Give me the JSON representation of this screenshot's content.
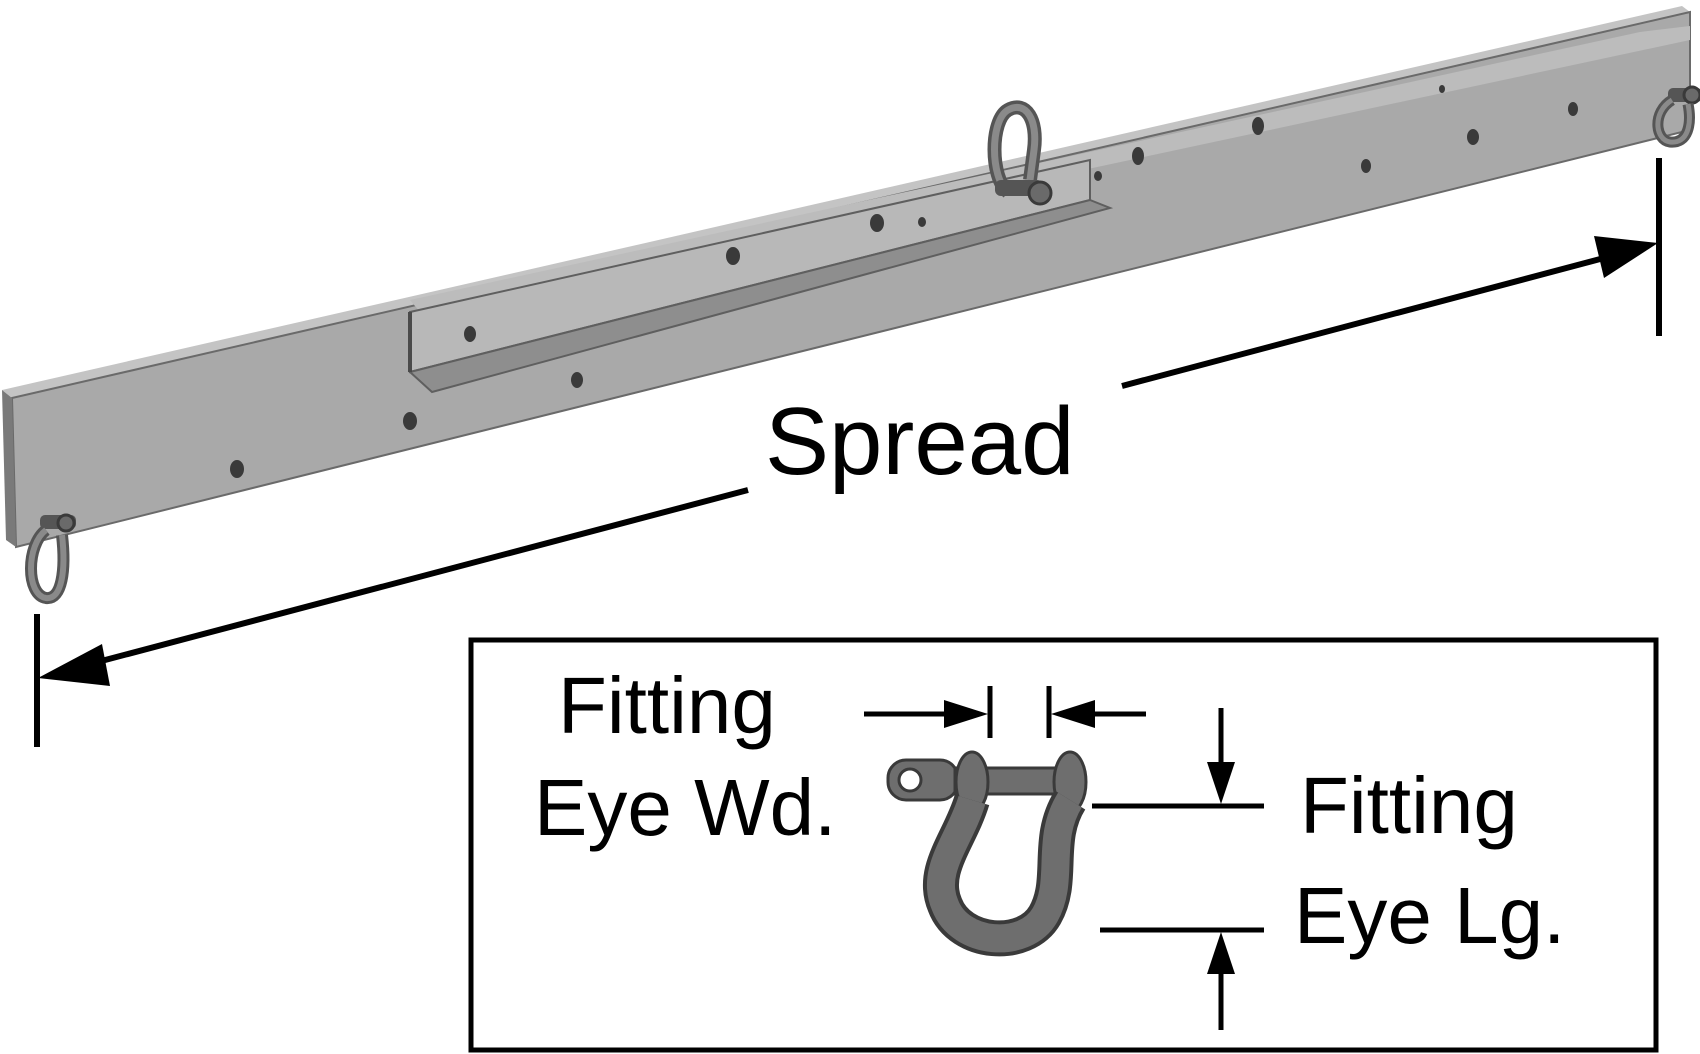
{
  "labels": {
    "spread": "Spread",
    "fitting_eye_width_line1": "Fitting",
    "fitting_eye_width_line2": "Eye Wd.",
    "fitting_eye_length_line1": "Fitting",
    "fitting_eye_length_line2": "Eye Lg."
  },
  "colors": {
    "beam_face": "#a9a9a9",
    "beam_top": "#c4c4c4",
    "beam_edge": "#5f5f5f",
    "channel": "#b4b4b4",
    "hole": "#3a3a3a",
    "shackle": "#6e6e6e",
    "line": "#000000",
    "background": "#ffffff"
  },
  "icons": {
    "center_shackle": "shackle-icon",
    "end_shackle_left": "shackle-icon",
    "end_shackle_right": "shackle-icon",
    "detail_shackle": "shackle-icon"
  }
}
